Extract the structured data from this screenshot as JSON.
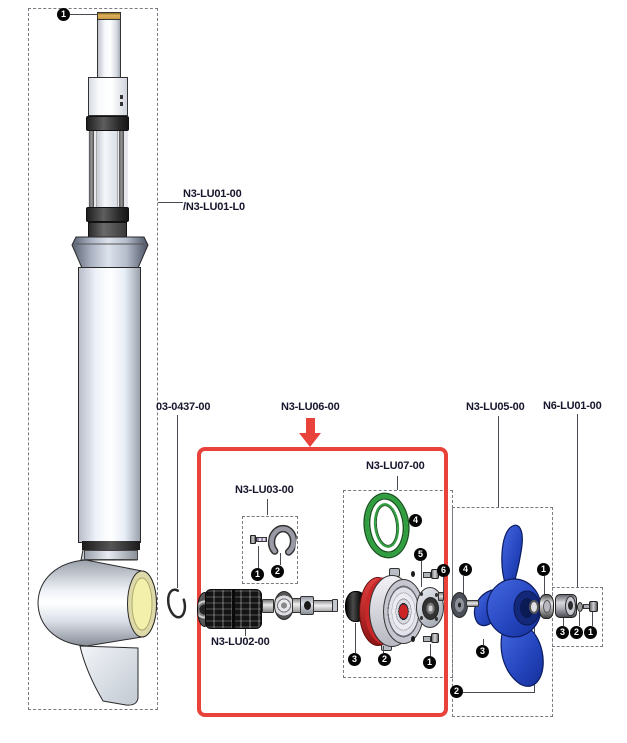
{
  "figure": {
    "type": "exploded-parts-diagram",
    "subject": "trolling-motor lower unit with motor, end cap, propeller and anode kits"
  },
  "labels": {
    "lu01a": "N3-LU01-00",
    "lu01b": "/N3-LU01-L0",
    "ring": "03-0437-00",
    "lu06": "N3-LU06-00",
    "lu03": "N3-LU03-00",
    "lu02": "N3-LU02-00",
    "lu07": "N3-LU07-00",
    "lu05": "N3-LU05-00",
    "n6": "N6-LU01-00"
  },
  "callouts": {
    "shaft_top": "1",
    "lu03_screw": "1",
    "lu03_clip": "2",
    "lu07_oring": "4",
    "lu07_flange": "5",
    "lu07_pin": "6",
    "lu07_seal": "3",
    "lu07_cap": "2",
    "lu07_screw": "1",
    "lu05_pin": "4",
    "lu05_nut": "1",
    "lu05_prop": "3",
    "lu05_washer": "2",
    "n6_spacer": "3",
    "n6_washer": "2",
    "n6_screw": "1"
  },
  "colors": {
    "red_box": "#e8423a",
    "green_oring": "#2f9e3f",
    "propeller_blue": "#2a4fd0",
    "pod_opening_yellow": "#f2f0aa",
    "shaft_cap_orange": "#d8a44e",
    "endcap_red": "#cc2424",
    "label_text": "#16162c"
  }
}
